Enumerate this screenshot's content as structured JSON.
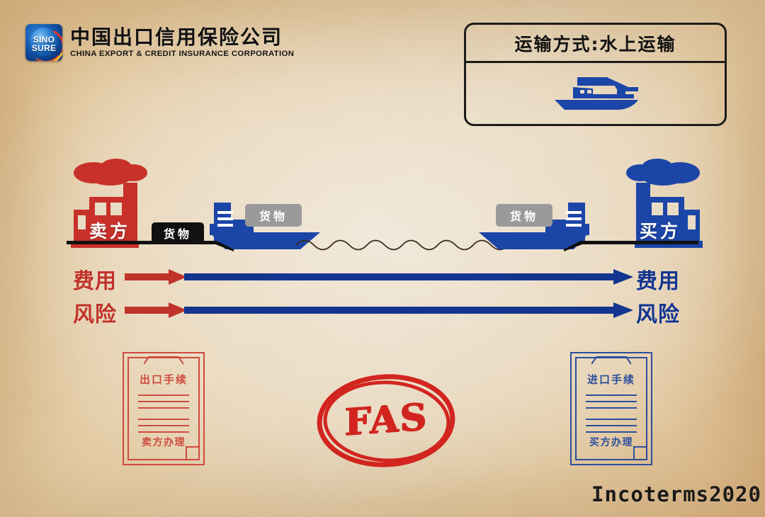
{
  "brand": {
    "logo_text_top": "SINO",
    "logo_text_bottom": "SURE",
    "logo_icon": "globe-logo-icon",
    "name_cn": "中国出口信用保险公司",
    "name_en": "CHINA EXPORT & CREDIT INSURANCE CORPORATION"
  },
  "transport": {
    "title": "运输方式:水上运输",
    "icon": "motor-boat-icon"
  },
  "scene": {
    "seller": {
      "label": "卖方",
      "icon": "factory-icon",
      "color": "#c8312a"
    },
    "buyer": {
      "label": "买方",
      "icon": "factory-icon",
      "color": "#1c45a8"
    },
    "cargo_dock": {
      "label": "货物",
      "style": "black"
    },
    "cargo_ship_left": {
      "label": "货物",
      "style": "grey"
    },
    "cargo_ship_right": {
      "label": "货物",
      "style": "grey"
    },
    "ship_left_icon": "cargo-ship-icon",
    "ship_right_icon": "cargo-ship-icon",
    "water_icon": "wave-line-icon"
  },
  "transfer": {
    "cost": {
      "left_label": "费用",
      "right_label": "费用",
      "left_color": "#c0332a",
      "right_color": "#13358f"
    },
    "risk": {
      "left_label": "风险",
      "right_label": "风险",
      "left_color": "#c0332a",
      "right_color": "#13358f"
    }
  },
  "documents": {
    "export": {
      "title": "出口手续",
      "footer": "卖方办理",
      "color": "#cf4a3f"
    },
    "import": {
      "title": "进口手续",
      "footer": "买方办理",
      "color": "#2c4f9e"
    }
  },
  "stamp": {
    "text": "FAS",
    "color": "#d2251f"
  },
  "footer": {
    "incoterms": "Incoterms2020"
  }
}
